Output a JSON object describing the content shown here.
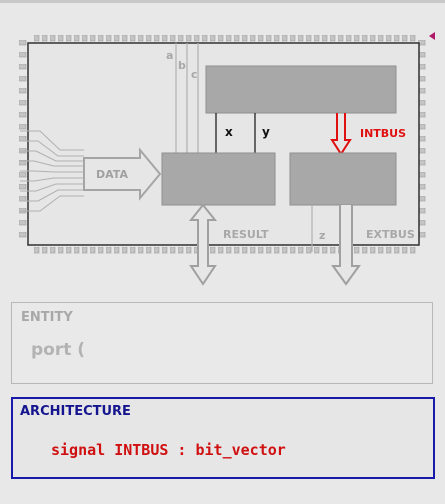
{
  "diagram": {
    "signals": {
      "a": "a",
      "b": "b",
      "c": "c",
      "x": "x",
      "y": "y",
      "z": "z"
    },
    "labels": {
      "data": "DATA",
      "result": "RESULT",
      "extbus": "EXTBUS",
      "intbus": "INTBUS"
    },
    "colors": {
      "chip_border": "#303030",
      "block_fill": "#a8a8a8",
      "pin_fill": "#c4c4c4",
      "highlight": "#e01010",
      "muted_text": "#a8a8a8"
    }
  },
  "entity": {
    "heading": "ENTITY",
    "code": "port ("
  },
  "architecture": {
    "heading": "ARCHITECTURE",
    "code": "signal INTBUS : bit_vector"
  }
}
